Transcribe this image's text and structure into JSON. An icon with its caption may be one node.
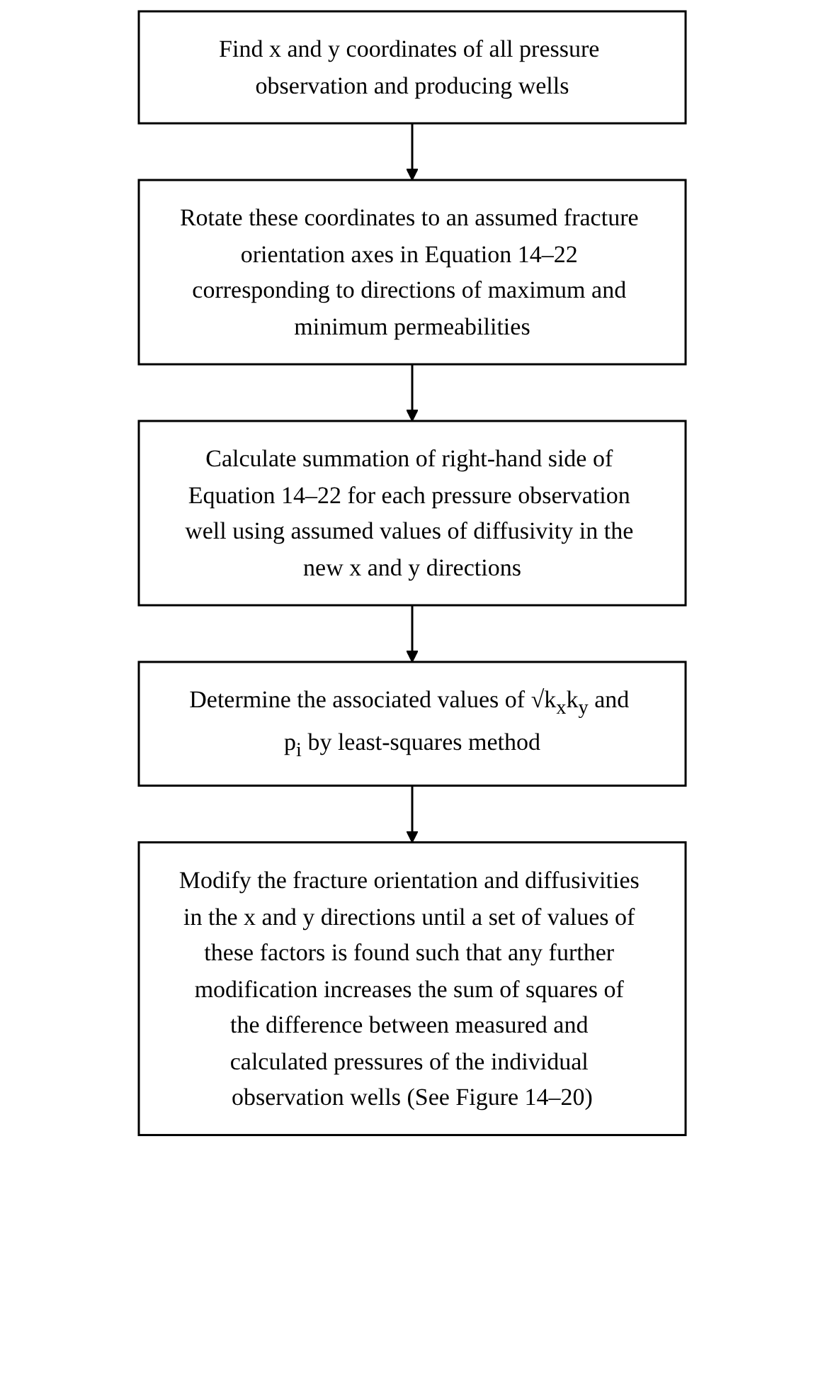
{
  "diagram": {
    "nodes": [
      {
        "text": [
          "Find x and y coordinates of all pressure observation and producing wells"
        ]
      },
      {
        "text": [
          "Rotate these coordinates to an assumed fracture orientation axes in Equation 14–22 corresponding to directions of maximum and minimum permeabilities"
        ]
      },
      {
        "text": [
          "Calculate summation of right-hand side of Equation 14–22 for each pressure observation well using assumed values of diffusivity in the new x and y directions"
        ]
      },
      {
        "text": [
          "Determine the associated values of √k$_{x}$k$_{y}$ and p$_{i}$ by least-squares method"
        ]
      },
      {
        "text": [
          "Modify the fracture orientation and diffusivities in the x and y directions until a set of values of these factors is found such that any further modification increases the sum of squares of the difference between measured and calculated pressures of the individual observation wells (See Figure 14–20)"
        ]
      }
    ],
    "edges": [
      {
        "from": 0,
        "to": 1,
        "arrow": "to"
      },
      {
        "from": 1,
        "to": 2,
        "arrow": "to"
      },
      {
        "from": 2,
        "to": 3,
        "arrow": "to"
      },
      {
        "from": 3,
        "to": 4,
        "arrow": "to"
      }
    ]
  }
}
